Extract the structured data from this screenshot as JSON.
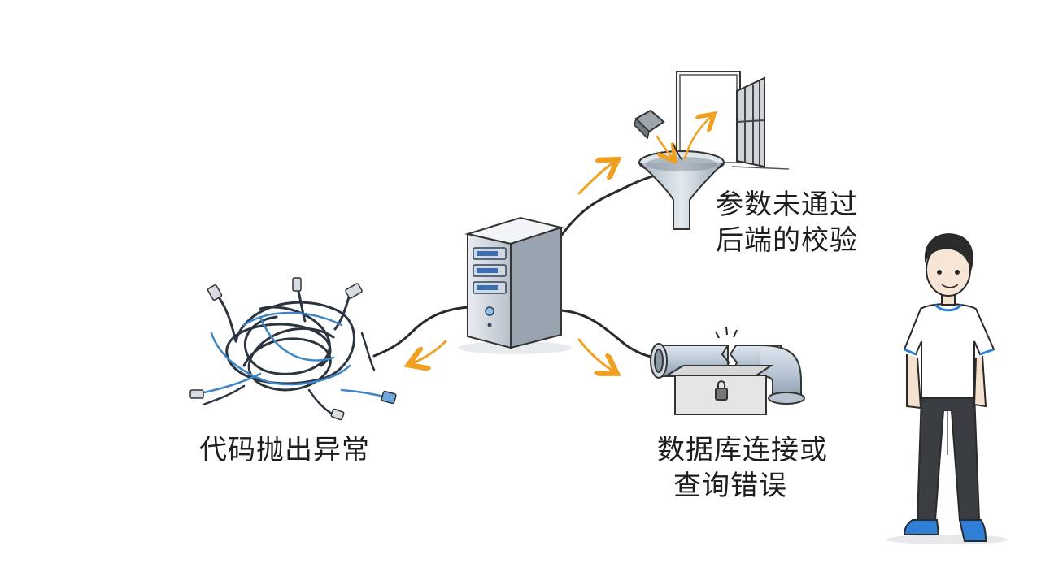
{
  "nodes": {
    "validation": {
      "line1": "参数未通过",
      "line2": "后端的校验"
    },
    "exception": {
      "text": "代码抛出异常"
    },
    "database": {
      "line1": "数据库连接或",
      "line2": "查询错误"
    }
  },
  "colors": {
    "arrow": "#f0a020",
    "accent_blue": "#2f7fd6",
    "ink": "#2a2a2a"
  },
  "icons": [
    "server-icon",
    "funnel-icon",
    "open-door-icon",
    "tangled-cables-icon",
    "broken-pipe-icon",
    "locked-box-icon",
    "person-figure"
  ]
}
